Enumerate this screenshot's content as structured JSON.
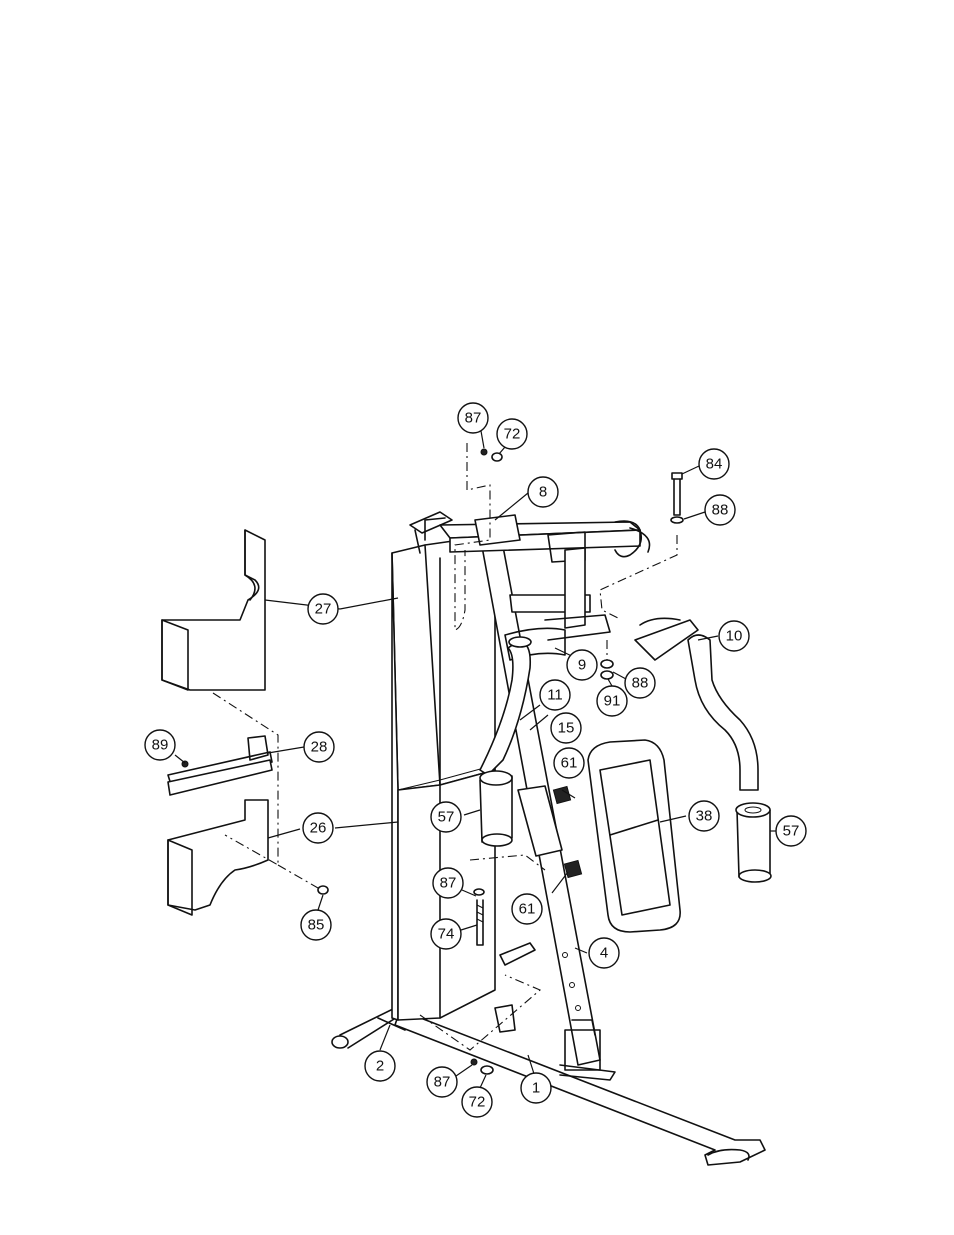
{
  "callouts": {
    "c87_top": "87",
    "c72_top": "72",
    "c84": "84",
    "c8": "8",
    "c88_top": "88",
    "c27": "27",
    "c10": "10",
    "c9": "9",
    "c88_mid": "88",
    "c91": "91",
    "c11": "11",
    "c89": "89",
    "c28": "28",
    "c15": "15",
    "c61_top": "61",
    "c38": "38",
    "c57_left": "57",
    "c57_right": "57",
    "c26": "26",
    "c87_mid": "87",
    "c61_bottom": "61",
    "c85": "85",
    "c74": "74",
    "c4": "4",
    "c2": "2",
    "c87_bottom": "87",
    "c1": "1",
    "c72_bottom": "72"
  }
}
